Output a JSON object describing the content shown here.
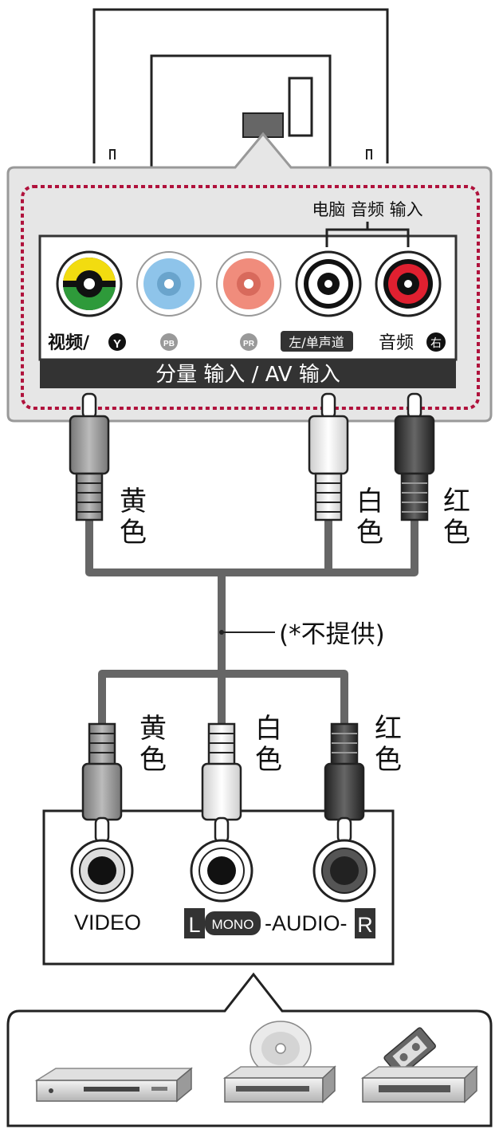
{
  "tv_panel": {
    "pc_audio_in_label": "电脑 音频 输入",
    "video_y_label": "视频/",
    "y_badge": "Y",
    "pb_badge": "PB",
    "pr_badge": "PR",
    "left_mono_label": "左/单声道",
    "audio_label": "音频",
    "right_badge": "右",
    "input_bar_label": "分量 输入 / AV 输入"
  },
  "cable": {
    "top_yellow_label": "黄\n色",
    "top_white_label": "白\n色",
    "top_red_label": "红\n色",
    "not_supplied_note": "(*不提供)",
    "bottom_yellow_label": "黄\n色",
    "bottom_white_label": "白\n色",
    "bottom_red_label": "红\n色"
  },
  "device_panel": {
    "video_label": "VIDEO",
    "l_badge": "L",
    "mono_badge": "MONO",
    "audio_label": "-AUDIO-",
    "r_badge": "R"
  },
  "colors": {
    "yellow": "#f2dc10",
    "green": "#2e9a3a",
    "blue": "#8ec4ea",
    "salmon": "#f08c7c",
    "red": "#e02030",
    "dotted_border": "#b0123c",
    "dark_bar": "#333333",
    "cable_gray": "#666666"
  },
  "icons": [
    "yellow-green-jack-icon",
    "blue-jack-icon",
    "red-jack-icon",
    "white-jack-icon",
    "dvd-player-icon",
    "disc-player-icon",
    "vcr-icon"
  ]
}
